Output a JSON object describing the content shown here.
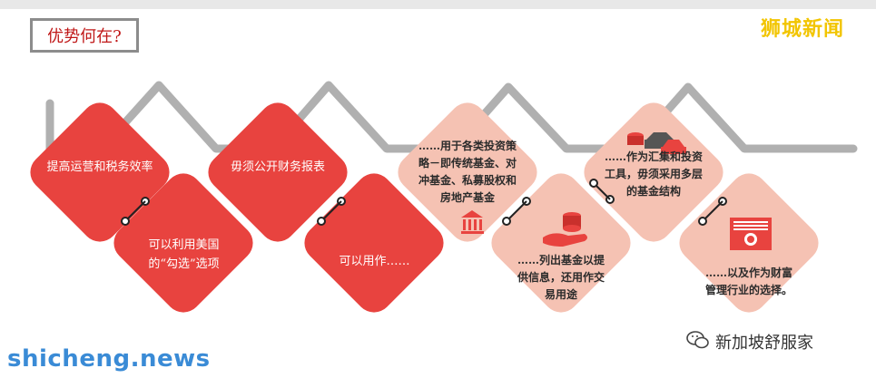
{
  "title": "优势何在?",
  "brand": "狮城新闻",
  "cards": {
    "c1": "提高运营和税务效率",
    "c2": "可以利用美国的“勾选”选项",
    "c3": "毋须公开财务报表",
    "c4": "可以用作……",
    "c5": "……用于各类投资策略－即传统基金、对冲基金、私募股权和房地产基金",
    "c6": "……列出基金以提供信息，还用作交易用途",
    "c7": "……作为汇集和投资工具，毋须采用多层的基金结构",
    "c8": "……以及作为财富管理行业的选择。"
  },
  "icons": [
    "bank-icon",
    "coins-hand-icon",
    "money-cars-icon",
    "cash-register-icon",
    "wechat-icon"
  ],
  "watermark_left": "shicheng.news",
  "watermark_right": "新加坡舒服家",
  "colors": {
    "red": "#e8433f",
    "light": "#f5c2b3",
    "line": "#a9a9a9",
    "title": "#c01818",
    "brand": "#f2c500"
  }
}
